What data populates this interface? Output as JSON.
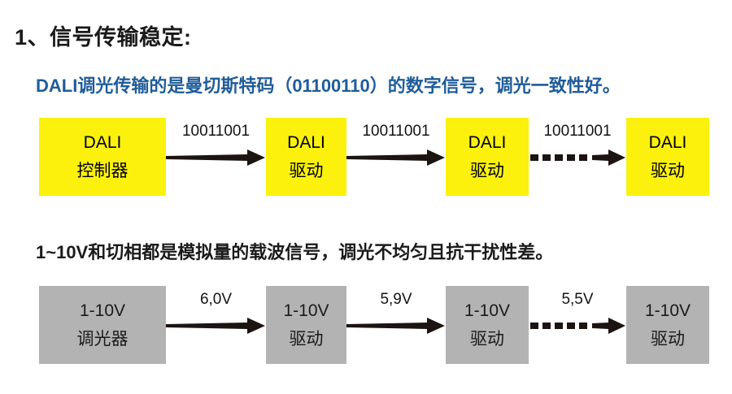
{
  "slide": {
    "heading": "1、信号传输稳定:",
    "background_color": "#ffffff"
  },
  "sections": [
    {
      "id": "dali",
      "caption": "DALI调光传输的是曼切斯特码（01100110）的数字信号，调光一致性好。",
      "caption_color": "#1f5c99",
      "node_color": "#fbf10c",
      "nodes": [
        {
          "line1": "DALI",
          "line2": "控制器"
        },
        {
          "line1": "DALI",
          "line2": "驱动"
        },
        {
          "line1": "DALI",
          "line2": "驱动"
        },
        {
          "line1": "DALI",
          "line2": "驱动"
        }
      ],
      "connectors": [
        {
          "label": "10011001",
          "style": "solid"
        },
        {
          "label": "10011001",
          "style": "solid"
        },
        {
          "label": "10011001",
          "style": "dashed"
        }
      ]
    },
    {
      "id": "analog",
      "caption": "1~10V和切相都是模拟量的载波信号，调光不均匀且抗干扰性差。",
      "caption_color": "#1a1a1a",
      "node_color": "#b3b3b3",
      "nodes": [
        {
          "line1": "1-10V",
          "line2": "调光器"
        },
        {
          "line1": "1-10V",
          "line2": "驱动"
        },
        {
          "line1": "1-10V",
          "line2": "驱动"
        },
        {
          "line1": "1-10V",
          "line2": "驱动"
        }
      ],
      "connectors": [
        {
          "label": "6,0V",
          "style": "solid"
        },
        {
          "label": "5,9V",
          "style": "solid"
        },
        {
          "label": "5,5V",
          "style": "dashed"
        }
      ]
    }
  ]
}
